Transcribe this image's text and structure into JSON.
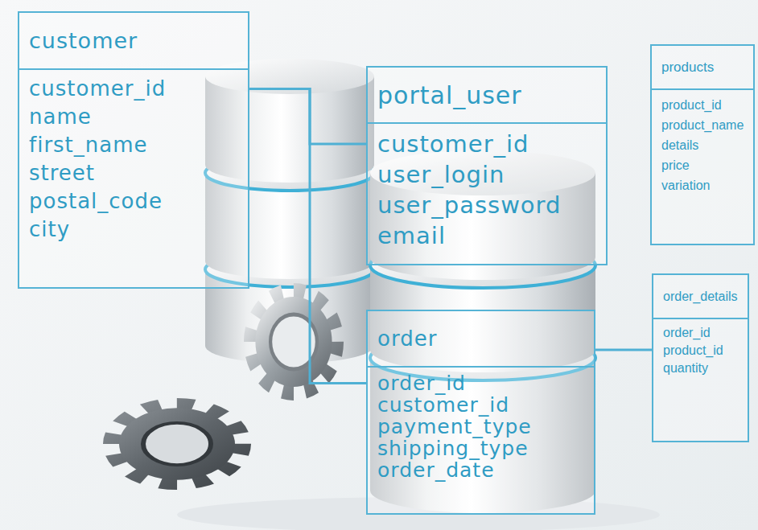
{
  "diagram": {
    "nodes": [
      {
        "text": [
          "customer",
          "customer_id",
          "name",
          "first_name",
          "street",
          "postal_code",
          "city"
        ]
      },
      {
        "text": [
          "portal_user",
          "customer_id",
          "user_login",
          "user_password",
          "email"
        ]
      },
      {
        "text": [
          "products",
          "product_id",
          "product_name",
          "details",
          "price",
          "variation"
        ]
      },
      {
        "text": [
          "order",
          "order_id",
          "customer_id",
          "payment_type",
          "shipping_type",
          "order_date"
        ]
      },
      {
        "text": [
          "order_details",
          "order_id",
          "product_id",
          "quantity"
        ]
      }
    ],
    "edges": [
      {
        "from": 0,
        "to": 1,
        "arrow": "none"
      },
      {
        "from": 0,
        "to": 3,
        "arrow": "none"
      },
      {
        "from": 3,
        "to": 4,
        "arrow": "none"
      }
    ]
  }
}
